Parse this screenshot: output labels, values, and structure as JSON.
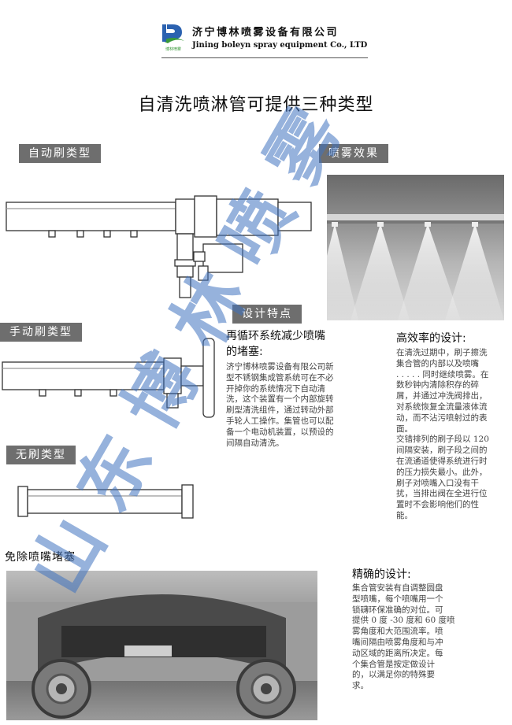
{
  "header": {
    "company_cn": "济宁博林喷雾设备有限公司",
    "company_en": "Jining boleyn spray equipment Co., LTD",
    "logo_caption": "博林喷雾"
  },
  "title": "自清洗喷淋管可提供三种类型",
  "tags": {
    "auto_brush": "自动刷类型",
    "spray_effect": "喷雾效果",
    "features": "设计特点",
    "manual_brush": "手动刷类型",
    "no_brush": "无刷类型",
    "no_clog": "免除喷嘴堵塞"
  },
  "recirc": {
    "heading_l1": "再循环系统减少喷嘴",
    "heading_l2": "的堵塞:",
    "lines": [
      "济宁博林喷雾设备有限公司新",
      "型不锈钢集成管系统可在不必",
      "开掉你的系统情况下自动清",
      "洗，这个装置有一个内部旋转",
      "刷型清洗组件，通过转动外部",
      "手轮人工操作。集管也可以配",
      "备一个电动机装置，以预设的",
      "间隔自动清洗。"
    ]
  },
  "efficient": {
    "heading": "高效率的设计:",
    "lines": [
      "在清洗过期中，刷子擦洗",
      "集合管的内部以及喷嘴",
      ". . . . .  同时继续喷雾。在",
      "数秒钟内清除积存的碎",
      "屑，并通过冲洗阀排出，",
      "对系统恢复全流量液体流",
      "动，而不沾污喷射过的表",
      "面。",
      "交错排列的刷子段以 120",
      "间隔安装，刷子段之间的",
      "在流通道使得系统进行时",
      "的压力损失最小。此外，",
      "刷子对喷嘴入口没有干",
      "扰，当排出阀在全进行位",
      "置时不会影响他们的性",
      "能。"
    ]
  },
  "precise": {
    "heading": "精确的设计:",
    "lines": [
      "集合管安装有自调整圆盘",
      "型喷嘴，每个喷嘴用一个",
      "锁礴环保准确的对位。可",
      "提供 0 度 -30 度和 60 度喷",
      "雾角度和大范围流率。喷",
      "嘴间隔由喷雾角度和与冲",
      "动区域的距离所决定。每",
      "个集合管是按定做设计",
      "的，以满足你的特殊要",
      "求。"
    ]
  },
  "watermark": {
    "text": "山东博林喷雾"
  },
  "colors": {
    "tag_bg": "#6e6e6e",
    "logo_blue": "#2b62b0",
    "logo_green": "#3a9a3a",
    "watermark": "#3f72c0"
  }
}
